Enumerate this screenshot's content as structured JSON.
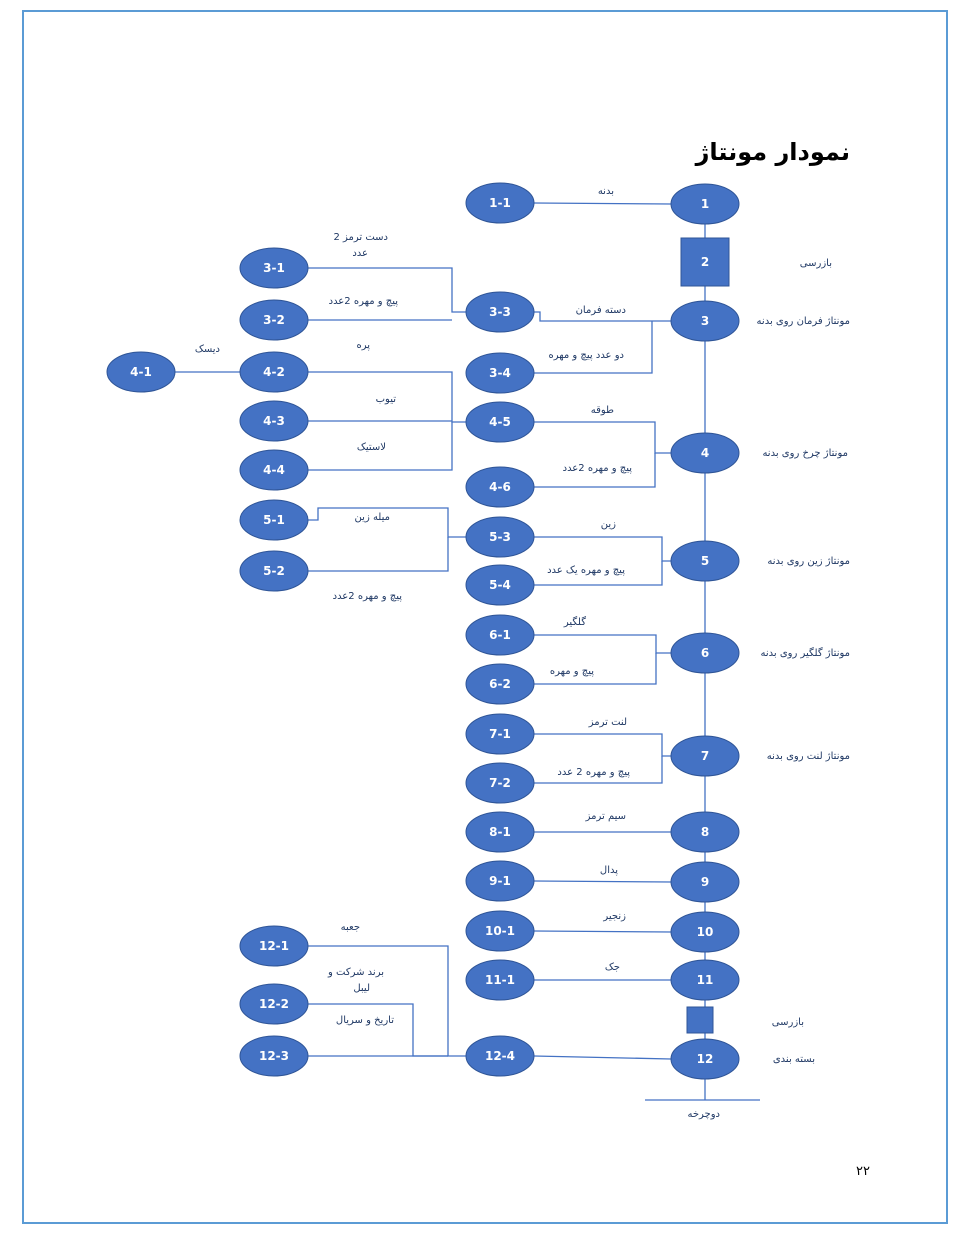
{
  "title": "نمودار مونتاژ",
  "page_number": "۲۲",
  "colors": {
    "node_fill": "#4472c4",
    "line": "#4472c4",
    "frame": "#5b9bd5"
  },
  "nodes": [
    {
      "id": "1",
      "label": "1",
      "shape": "ellipse"
    },
    {
      "id": "2",
      "label": "2",
      "shape": "rect"
    },
    {
      "id": "3",
      "label": "3",
      "shape": "ellipse"
    },
    {
      "id": "4",
      "label": "4",
      "shape": "ellipse"
    },
    {
      "id": "5",
      "label": "5",
      "shape": "ellipse"
    },
    {
      "id": "6",
      "label": "6",
      "shape": "ellipse"
    },
    {
      "id": "7",
      "label": "7",
      "shape": "ellipse"
    },
    {
      "id": "8",
      "label": "8",
      "shape": "ellipse"
    },
    {
      "id": "9",
      "label": "9",
      "shape": "ellipse"
    },
    {
      "id": "10",
      "label": "10",
      "shape": "ellipse"
    },
    {
      "id": "11",
      "label": "11",
      "shape": "ellipse"
    },
    {
      "id": "11b",
      "label": "",
      "shape": "rect"
    },
    {
      "id": "12",
      "label": "12",
      "shape": "ellipse"
    },
    {
      "id": "1-1",
      "label": "1-1",
      "shape": "ellipse"
    },
    {
      "id": "3-3",
      "label": "3-3",
      "shape": "ellipse"
    },
    {
      "id": "3-4",
      "label": "3-4",
      "shape": "ellipse"
    },
    {
      "id": "3-1",
      "label": "3-1",
      "shape": "ellipse"
    },
    {
      "id": "3-2",
      "label": "3-2",
      "shape": "ellipse"
    },
    {
      "id": "4-1",
      "label": "4-1",
      "shape": "ellipse"
    },
    {
      "id": "4-2",
      "label": "4-2",
      "shape": "ellipse"
    },
    {
      "id": "4-3",
      "label": "4-3",
      "shape": "ellipse"
    },
    {
      "id": "4-4",
      "label": "4-4",
      "shape": "ellipse"
    },
    {
      "id": "4-5",
      "label": "4-5",
      "shape": "ellipse"
    },
    {
      "id": "4-6",
      "label": "4-6",
      "shape": "ellipse"
    },
    {
      "id": "5-1",
      "label": "5-1",
      "shape": "ellipse"
    },
    {
      "id": "5-2",
      "label": "5-2",
      "shape": "ellipse"
    },
    {
      "id": "5-3",
      "label": "5-3",
      "shape": "ellipse"
    },
    {
      "id": "5-4",
      "label": "5-4",
      "shape": "ellipse"
    },
    {
      "id": "6-1",
      "label": "6-1",
      "shape": "ellipse"
    },
    {
      "id": "6-2",
      "label": "6-2",
      "shape": "ellipse"
    },
    {
      "id": "7-1",
      "label": "7-1",
      "shape": "ellipse"
    },
    {
      "id": "7-2",
      "label": "7-2",
      "shape": "ellipse"
    },
    {
      "id": "8-1",
      "label": "8-1",
      "shape": "ellipse"
    },
    {
      "id": "9-1",
      "label": "9-1",
      "shape": "ellipse"
    },
    {
      "id": "10-1",
      "label": "10-1",
      "shape": "ellipse"
    },
    {
      "id": "11-1",
      "label": "11-1",
      "shape": "ellipse"
    },
    {
      "id": "12-1",
      "label": "12-1",
      "shape": "ellipse"
    },
    {
      "id": "12-2",
      "label": "12-2",
      "shape": "ellipse"
    },
    {
      "id": "12-3",
      "label": "12-3",
      "shape": "ellipse"
    },
    {
      "id": "12-4",
      "label": "12-4",
      "shape": "ellipse"
    }
  ],
  "labels": [
    {
      "id": "l-badane",
      "text": "بدنه"
    },
    {
      "id": "l-bazrasi1",
      "text": "بازرسی"
    },
    {
      "id": "l-dast-tormoz",
      "text": "دست ترمز 2"
    },
    {
      "id": "l-adad",
      "text": "عدد"
    },
    {
      "id": "l-pich-2-a",
      "text": "پیچ و مهره 2عدد"
    },
    {
      "id": "l-daste-farman",
      "text": "دسته فرمان"
    },
    {
      "id": "l-montaj-farman",
      "text": "مونتاژ فرمان روی بدنه"
    },
    {
      "id": "l-do-adad",
      "text": "دو عدد پیچ و مهره"
    },
    {
      "id": "l-disk",
      "text": "دیسک"
    },
    {
      "id": "l-parre",
      "text": "پره"
    },
    {
      "id": "l-tube",
      "text": "تیوب"
    },
    {
      "id": "l-toqe",
      "text": "طوقه"
    },
    {
      "id": "l-lastik",
      "text": "لاستیک"
    },
    {
      "id": "l-montaj-charkh",
      "text": "مونتاژ چرخ روی بدنه"
    },
    {
      "id": "l-pich-2-b",
      "text": "پیچ و مهره 2عدد"
    },
    {
      "id": "l-mile-zin",
      "text": "میله زین"
    },
    {
      "id": "l-zin",
      "text": "زین"
    },
    {
      "id": "l-pich-yek",
      "text": "پیچ و مهره یک عدد"
    },
    {
      "id": "l-montaj-zin",
      "text": "مونتاژ زین روی بدنه"
    },
    {
      "id": "l-pich-2-c",
      "text": "پیچ و مهره 2عدد"
    },
    {
      "id": "l-gelgir",
      "text": "گلگیر"
    },
    {
      "id": "l-montaj-gelgir",
      "text": "مونتاژ گلگیر روی بدنه"
    },
    {
      "id": "l-pich-mohre",
      "text": "پیچ و مهره"
    },
    {
      "id": "l-lant",
      "text": "لنت ترمز"
    },
    {
      "id": "l-montaj-lant",
      "text": "مونتاژ لنت روی بدنه"
    },
    {
      "id": "l-pich-2-adad",
      "text": "پیچ و مهره 2 عدد"
    },
    {
      "id": "l-sim",
      "text": "سیم ترمز"
    },
    {
      "id": "l-pedal",
      "text": "پدال"
    },
    {
      "id": "l-zanjir",
      "text": "زنجیر"
    },
    {
      "id": "l-jack",
      "text": "جک"
    },
    {
      "id": "l-jabe",
      "text": "جعبه"
    },
    {
      "id": "l-brand",
      "text": "برند شرکت و"
    },
    {
      "id": "l-label",
      "text": "لیبل"
    },
    {
      "id": "l-tarikh",
      "text": "تاریخ و سریال"
    },
    {
      "id": "l-bazrasi2",
      "text": "بازرسی"
    },
    {
      "id": "l-baste",
      "text": "بسته بندی"
    },
    {
      "id": "l-docharkhe",
      "text": "دوچرخه"
    }
  ]
}
